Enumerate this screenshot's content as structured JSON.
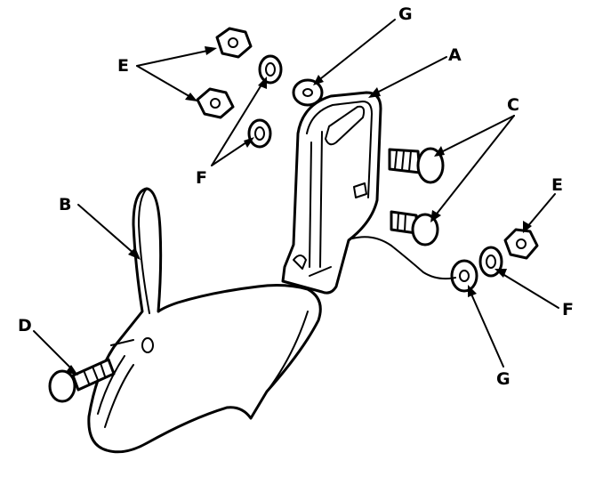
{
  "figure": {
    "callouts": {
      "A": "A",
      "B": "B",
      "C": "C",
      "D": "D",
      "E_pair": "E",
      "E_single": "E",
      "F_pair": "F",
      "F_single": "F",
      "G_top": "G",
      "G_bottom": "G"
    }
  }
}
